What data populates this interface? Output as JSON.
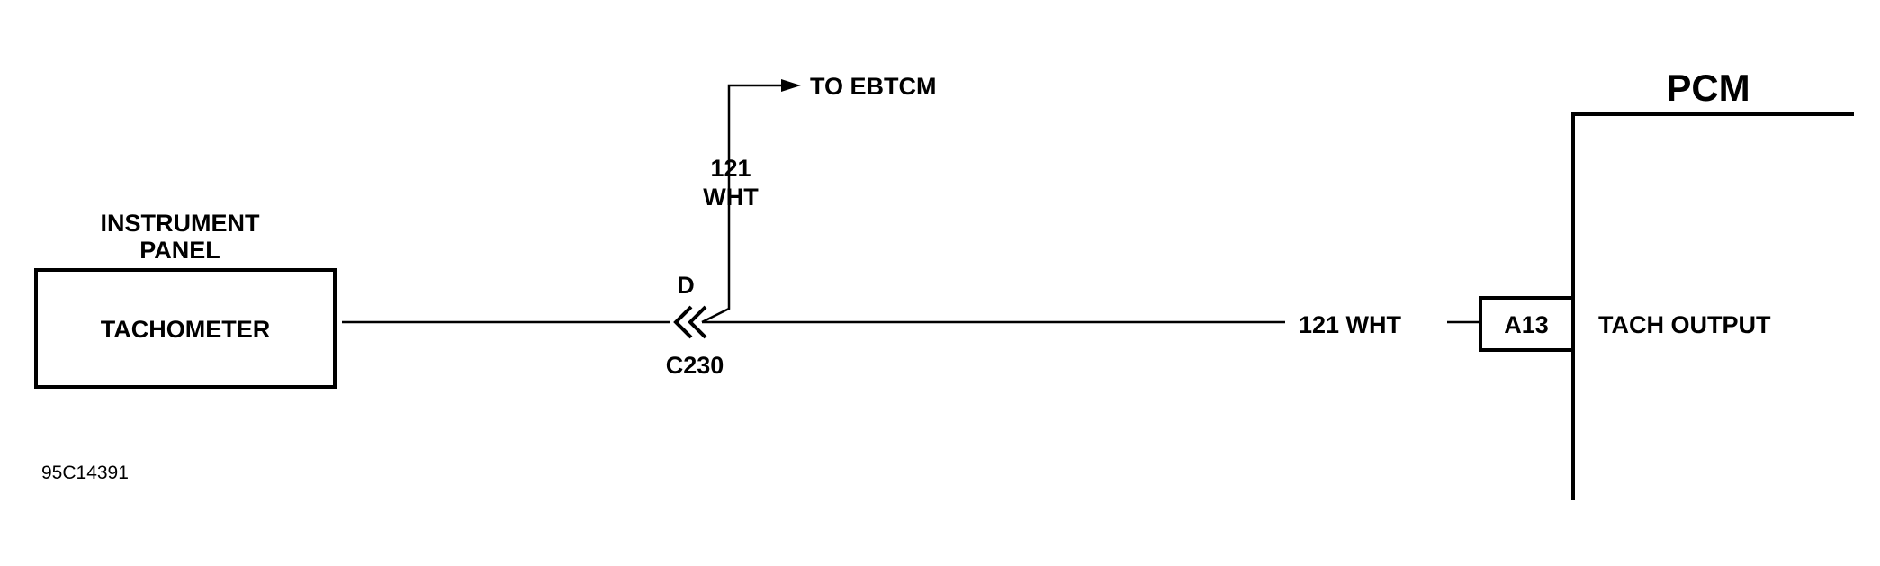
{
  "component": {
    "title_line1": "INSTRUMENT",
    "title_line2": "PANEL",
    "name": "TACHOMETER"
  },
  "connector": {
    "id": "C230",
    "pin": "D"
  },
  "branch": {
    "circuit": "121",
    "color": "WHT",
    "destination": "TO EBTCM"
  },
  "main_wire": {
    "label": "121 WHT"
  },
  "pcm": {
    "title": "PCM",
    "terminal": "A13",
    "function": "TACH OUTPUT"
  },
  "figure_id": "95C14391"
}
